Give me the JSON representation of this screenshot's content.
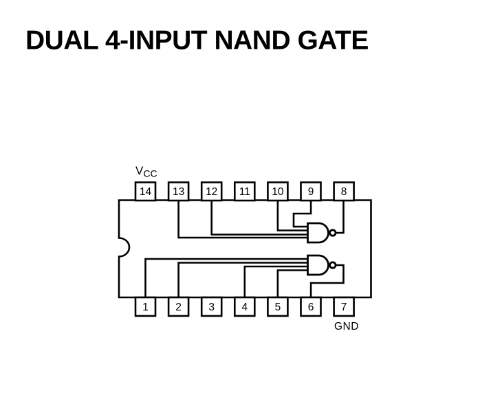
{
  "page": {
    "title": "DUAL 4-INPUT NAND GATE",
    "background": "#ffffff",
    "ink": "#000000"
  },
  "pinout": {
    "top_pins": [
      "14",
      "13",
      "12",
      "11",
      "10",
      "9",
      "8"
    ],
    "bottom_pins": [
      "1",
      "2",
      "3",
      "4",
      "5",
      "6",
      "7"
    ],
    "vcc": {
      "symbol": "V",
      "subscript": "CC",
      "pin": "14"
    },
    "gnd": {
      "label": "GND",
      "pin": "7"
    },
    "gates": [
      {
        "id": "gate-1",
        "type": "4-input-nand",
        "input_pins": [
          "13",
          "12",
          "10",
          "9"
        ],
        "output_pin": "8"
      },
      {
        "id": "gate-2",
        "type": "4-input-nand",
        "input_pins": [
          "1",
          "2",
          "4",
          "5"
        ],
        "output_pin": "6"
      }
    ],
    "unconnected_pins": [
      "3",
      "11"
    ]
  }
}
